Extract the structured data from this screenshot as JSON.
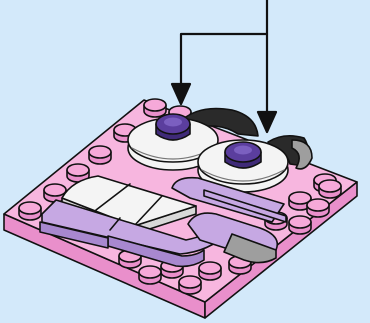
{
  "illustration": {
    "subject": "brick-build-instruction-step",
    "palette": {
      "background": "#d3e9fa",
      "plate_top": "#f7b6df",
      "plate_side": "#e98fcb",
      "stud": "#f6a9d9",
      "eye_white": "#f4f4f4",
      "pupil": "#5b3e9e",
      "lilac": "#c6a8e3",
      "lilac_dark": "#a888cf",
      "lid": "#2a2a2a",
      "grey": "#9e9e9e",
      "arrow": "#111111"
    },
    "arrow_count": 2,
    "stud_count": 23
  }
}
